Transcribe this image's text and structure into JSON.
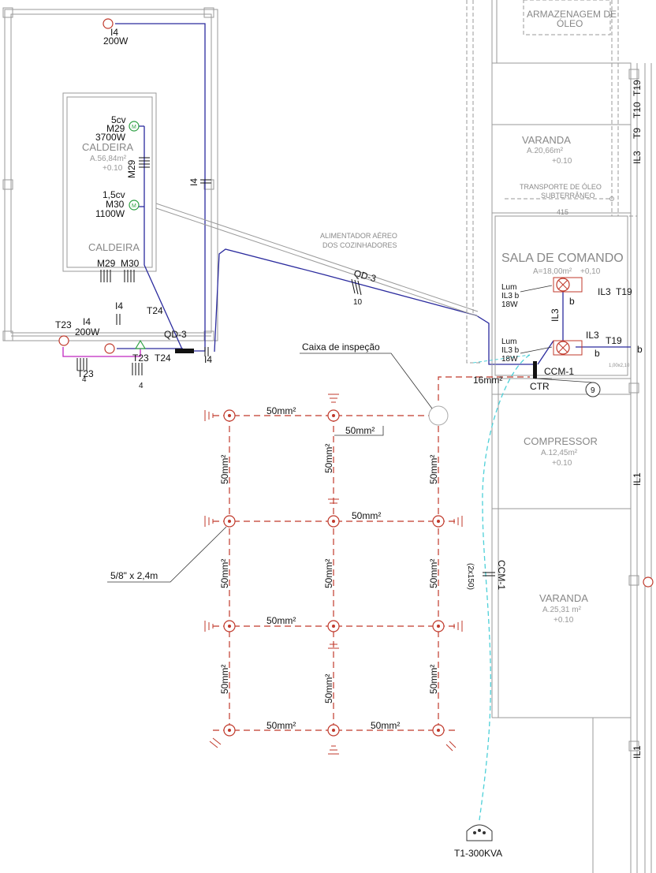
{
  "rooms": {
    "caldeira_1": "CALDEIRA",
    "caldeira_1_area": "A.56,84m²",
    "caldeira_1_level": "+0.10",
    "caldeira_2": "CALDEIRA",
    "armazenagem": "ARMAZENAGEM DE ÓLEO",
    "armazenagem_l1": "ARMAZENAGEM DE",
    "armazenagem_l2": "ÓLEO",
    "varanda_1": "VARANDA",
    "varanda_1_area": "A.20,66m²",
    "varanda_1_level": "+0.10",
    "transporte_l1": "TRANSPORTE DE ÓLEO",
    "transporte_l2": "SUBTERRÂNEO",
    "n415": "415",
    "sala": "SALA DE COMANDO",
    "sala_area": "A=18,00m²",
    "sala_level": "+0,10",
    "compressor": "COMPRESSOR",
    "compressor_area": "A.12,45m²",
    "compressor_level": "+0.10",
    "varanda_2": "VARANDA",
    "varanda_2_area": "A.25,31 m²",
    "varanda_2_level": "+0.10"
  },
  "motors": {
    "m29_power": "5cv",
    "m29_name": "M29",
    "m29_watts": "3700W",
    "m30_power": "1,5cv",
    "m30_name": "M30",
    "m30_watts": "1100W",
    "m29_label": "M29",
    "m30_label": "M30",
    "m29_vertical": "M29"
  },
  "labels": {
    "i4_top": "I4",
    "w200_top": "200W",
    "i4_mid": "I4",
    "i4_wall": "I4",
    "i4_lower": "I4",
    "w200_lower": "200W",
    "t23": "T23",
    "t24": "T24",
    "qd3": "QD-3",
    "i4_qd": "I4",
    "t23_b": "T23",
    "four_a": "4",
    "t23_c": "T23",
    "t24_c": "T24",
    "four_b": "4",
    "alim_l1": "ALIMENTADOR AÉREO",
    "alim_l2": "DOS COZINHADORES",
    "qd3_feed": "QD-3",
    "ten": "10",
    "caixa": "Caixa de inspeção",
    "lum1_a": "Lum",
    "lum1_b": "IL3 b",
    "lum1_c": "18W",
    "lum2_a": "Lum",
    "lum2_b": "IL3 b",
    "lum2_c": "18W",
    "il3_v": "IL3",
    "b1": "b",
    "b2": "b",
    "il3_r": "IL3",
    "t19_r": "T19",
    "il3_r2": "IL3",
    "t19_r2": "T19",
    "b3": "b",
    "ccm1": "CCM-1",
    "mm16": "16mm²",
    "ctr": "CTR",
    "circle9": "9",
    "dim": "1,00x2,10",
    "t19_side": "T19",
    "t10_side": "T10",
    "t9_side": "T9",
    "il3_side": "IL3",
    "il1_side": "IL1",
    "il1_side2": "IL1",
    "ccm1_cable": "CCM-1",
    "cable_2x150": "(2x150)",
    "rod": "5/8\" x 2,4m",
    "transformer": "T1-300KVA"
  },
  "grounding": {
    "h1": "50mm²",
    "h2": "50mm²",
    "h3": "50mm²",
    "h4": "50mm²",
    "h5": "50mm²",
    "h6": "50mm²",
    "v1": "50mm²",
    "v2": "50mm²",
    "v3": "50mm²",
    "v4": "50mm²",
    "v5": "50mm²",
    "v6": "50mm²",
    "v7": "50mm²",
    "v8": "50mm²",
    "v9": "50mm²"
  },
  "colors": {
    "wall": "#9a9a9a",
    "circuit": "#2b2b9e",
    "ground": "#c0392b",
    "feeder": "#4dd0d8",
    "motor": "#2ea043",
    "magenta": "#c026c0"
  }
}
